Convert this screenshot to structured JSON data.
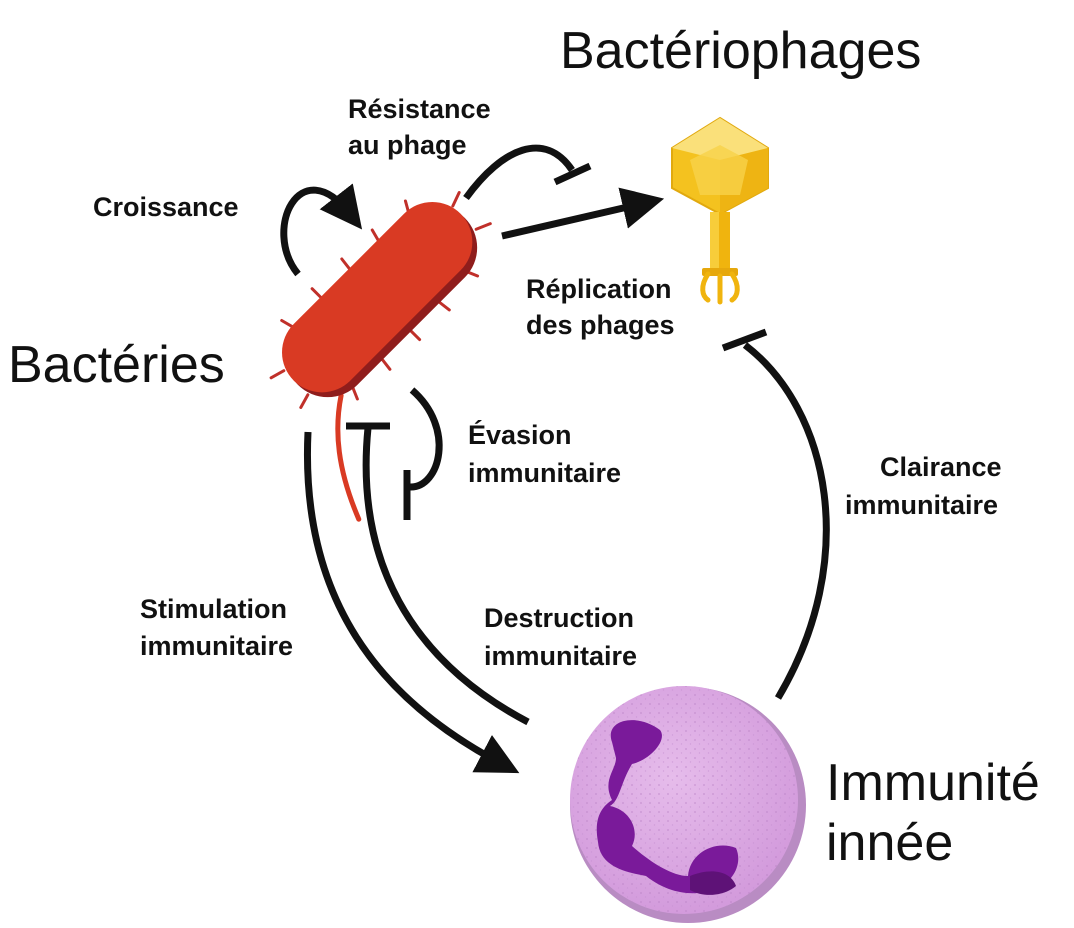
{
  "nodes": {
    "bacteria": {
      "title": "Bactéries",
      "icon": "bacterium-icon"
    },
    "phages": {
      "title": "Bactériophages",
      "icon": "bacteriophage-icon"
    },
    "innate_immunity": {
      "title_line1": "Immunité",
      "title_line2": "innée",
      "icon": "neutrophil-icon"
    }
  },
  "edges": {
    "growth": {
      "line1": "Croissance",
      "relation": "activation"
    },
    "phage_resistance": {
      "line1": "Résistance",
      "line2": "au phage",
      "relation": "inhibition"
    },
    "phage_replication": {
      "line1": "Réplication",
      "line2": "des phages",
      "relation": "activation"
    },
    "immune_evasion": {
      "line1": "Évasion",
      "line2": "immunitaire",
      "relation": "inhibition"
    },
    "immune_clearance": {
      "line1": "Clairance",
      "line2": "immunitaire",
      "relation": "inhibition"
    },
    "immune_stimulation": {
      "line1": "Stimulation",
      "line2": "immunitaire",
      "relation": "activation"
    },
    "immune_destruction": {
      "line1": "Destruction",
      "line2": "immunitaire",
      "relation": "inhibition"
    }
  },
  "colors": {
    "bacterium": "#d93a23",
    "bacterium_shadow": "#8f1d1c",
    "phage_head": "#f4c21f",
    "phage_tail": "#f0b40e",
    "cell_body": "#d9a6df",
    "cell_nucleus": "#7a1a9a",
    "arrow": "#111111"
  }
}
